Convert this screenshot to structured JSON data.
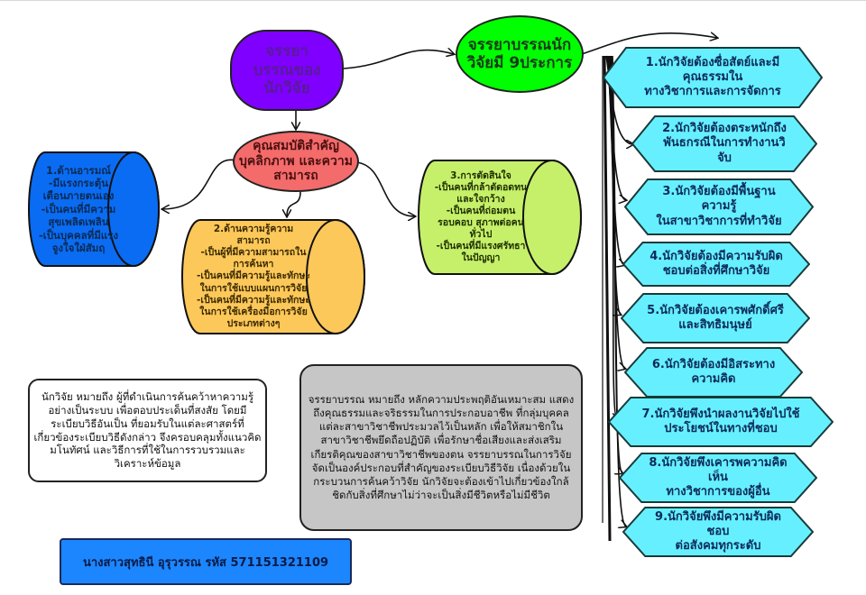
{
  "diagram": {
    "root": {
      "label": "จรรยาบรรณของนักวิจัย",
      "lines": [
        "จรรยา",
        "บรรณของ",
        "นักวิจัย"
      ],
      "color": "#7f00ff"
    },
    "ethics_count_node": {
      "lines": [
        "จรรยาบรรณนัก",
        "วิจัยมี 9ประการ"
      ],
      "color": "#00ff00"
    },
    "qualities_node": {
      "lines": [
        "คุณสมบัติสำคัญ",
        "บุคลิกภาพ และความ",
        "สามารถ"
      ],
      "color": "#f46b6b"
    },
    "qualities": [
      {
        "id": "emotion",
        "color": "#0a6cf2",
        "lines": [
          "1.ด้านอารมณ์",
          "-มีแรงกระตุ้น",
          "เตือนภายตนเอง",
          "-เป็นคนที่มีความ",
          "สุขเพลิดเพลิน",
          "-เป็นบุคคลที่มีแรง",
          "จูงใจใฝ่สัมฤ"
        ]
      },
      {
        "id": "knowledge",
        "color": "#fdc85a",
        "lines": [
          "2.ด้านความรู้ความ",
          "สามารถ",
          "-เป็นผู้ที่มีความสามารถใน",
          "การค้นหา",
          "-เป็นคนที่มีความรู้และทักษะ",
          "ในการใช้แบบแผนการวิจัย",
          "-เป็นคนที่มีความรู้และทักษะ",
          "ในการใช้เครื่องมือการวิจัย",
          "ประเภทต่างๆ"
        ]
      },
      {
        "id": "decision",
        "color": "#c6f06a",
        "lines": [
          "3.การตัดสินใจ",
          "-เป็นคนที่กล้าตัดอดทน",
          "และใจกว้าง",
          "-เป็นคนที่ถ่อมตน",
          "รอบคอบ สุภาพต่อคน",
          "ทั่วไป",
          "-เป็นคนที่มีแรงศรัทธา",
          "ในปัญญา"
        ]
      }
    ],
    "ethics": [
      {
        "lines": [
          "1.นักวิจัยต้องซื่อสัตย์และมีคุณธรรมใน",
          "ทางวิชาการและการจัดการ"
        ]
      },
      {
        "lines": [
          "2.นักวิจัยต้องตระหนักถึง",
          "พันธกรณีในการทำงานวิจับ"
        ]
      },
      {
        "lines": [
          "3.นักวิจัยต้องมีพื้นฐานความรู้",
          "ในสาขาวิชาการที่ทำวิจัย"
        ]
      },
      {
        "lines": [
          "4.นักวิจัยต้องมีความรับผิด",
          "ชอบต่อสิ่งที่ศึกษาวิจัย"
        ]
      },
      {
        "lines": [
          "5.นักวิจัยต้องเคารพศักดิ์ศรี",
          "และสิทธิมนุษย์"
        ]
      },
      {
        "lines": [
          "6.นักวิจัยต้องมีอิสระทาง",
          "ความคิด"
        ]
      },
      {
        "lines": [
          "7.นักวิจัยพึงนำผลงานวิจัยไปใช้",
          "ประโยชน์ในทางที่ชอบ"
        ]
      },
      {
        "lines": [
          "8.นักวิจัยพึงเคารพความคิดเห็น",
          "ทางวิชาการของผู้อื่น"
        ]
      },
      {
        "lines": [
          "9.นักวิจัยพึงมีความรับผิดชอบ",
          "ต่อสังคมทุกระดับ"
        ]
      }
    ],
    "ethics_color": "#66f0ff",
    "researcher_definition": "นักวิจัย หมายถึง ผู้ที่ดำเนินการค้นคว้าหาความรู้อย่างเป็นระบบ เพื่อตอบประเด็นที่สงสัย โดยมีระเบียบวิธีอันเป็น ที่ยอมรับในแต่ละศาสตร์ที่เกี่ยวข้องระเบียบวิธีดังกล่าว จึงครอบคลุมทั้งแนวคิด มโนทัศน์ และวิธีการที่ใช้ในการรวบรวมและวิเคราะห์ข้อมูล",
    "ethics_definition": "จรรยาบรรณ หมายถึง หลักความประพฤติอันเหมาะสม แสดงถึงคุณธรรมและจริธรรมในการประกอบอาชีพ ที่กลุ่มบุคคลแต่ละสาขาวิชาชีพประมวลไว้เป็นหลัก เพื่อให้สมาชิกในสาขาวิชาชีพยึดถือปฏิบัติ เพื่อรักษาชื่อเสียงและส่งเสริมเกียรติคุณของสาขาวิชาชีพของตน จรรยาบรรณในการวิจัยจัดเป็นองค์ประกอบที่สำคัญของระเบียบวิธีวิจัย เนื่องด้วยในกระบวนการค้นคว้าวิจัย นักวิจัยจะต้องเข้าไปเกี่ยวข้องใกล้ชิดกับสิ่งที่ศึกษาไม่ว่าจะเป็นสิ่งมีชีวิตหรือไม่มีชีวิต",
    "author": "นางสาวสุทธินี อุรุวรรณ รหัส 571151321109",
    "author_color": "#1c86ff"
  }
}
